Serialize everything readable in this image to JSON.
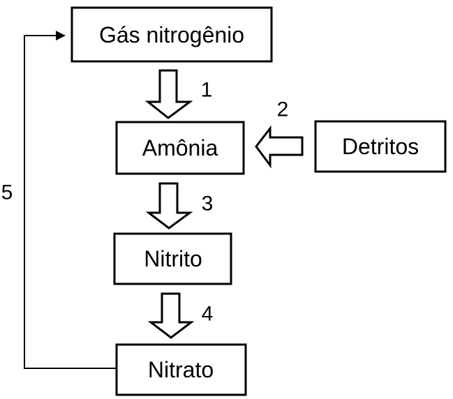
{
  "nodes": {
    "gas_nitrogenio": "Gás nitrogênio",
    "amonia": "Amônia",
    "nitrito": "Nitrito",
    "nitrato": "Nitrato",
    "detritos": "Detritos"
  },
  "steps": {
    "s1": "1",
    "s2": "2",
    "s3": "3",
    "s4": "4",
    "s5": "5"
  },
  "colors": {
    "stroke": "#000000",
    "fill": "#ffffff"
  }
}
